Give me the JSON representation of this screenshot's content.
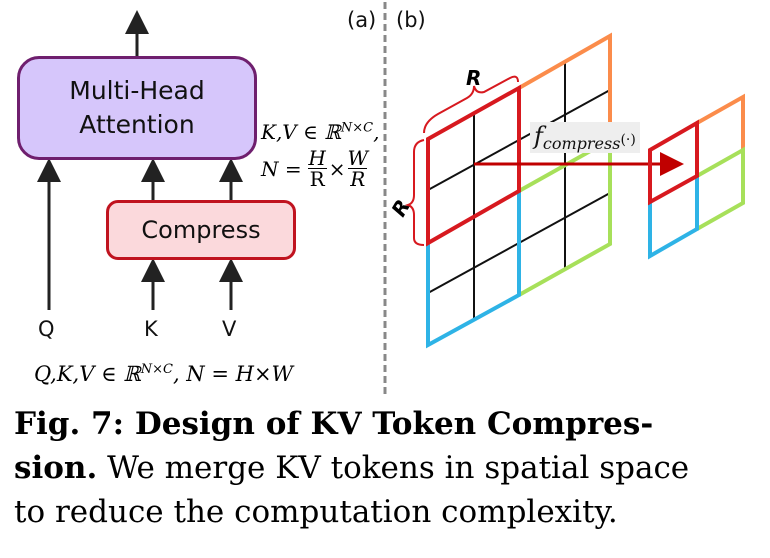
{
  "panel_a": {
    "label": "(a)",
    "attention_box": {
      "line1": "Multi-Head",
      "line2": "Attention"
    },
    "compress_box": "Compress",
    "inputs": [
      "Q",
      "K",
      "V"
    ],
    "kv_annotation": {
      "line1": "K,V ∈ ℝ^{N×C},",
      "line1_main": "K,V ∈ ℝ",
      "line1_sup": "N×C",
      "line1_tail": ",",
      "eq_left": "N =",
      "frac1_num": "H",
      "frac1_den": "R",
      "times": "×",
      "frac2_num": "W",
      "frac2_den": "R"
    },
    "qkv_annotation": {
      "main": "Q,K,V ∈ ℝ",
      "sup": "N×C",
      "tail": ", N = H×W"
    }
  },
  "panel_b": {
    "label": "(b)",
    "brace_label_top": "R",
    "brace_label_left": "R",
    "function_label": {
      "main": "f",
      "sub": "compress",
      "arg": "(·)"
    },
    "colors": {
      "red": "#d7191f",
      "orange": "#fb8c4b",
      "green": "#a7e05a",
      "blue": "#2eb3e6",
      "arrow": "#c00000"
    }
  },
  "caption": {
    "bold": "Fig. 7: Design of KV Token Compres-sion.",
    "bold_line1": "Fig. 7: Design of KV Token Compres-",
    "bold_line2": "sion.",
    "text_line2": " We merge KV tokens in spatial space",
    "text_line3": "to reduce the computation complexity."
  }
}
